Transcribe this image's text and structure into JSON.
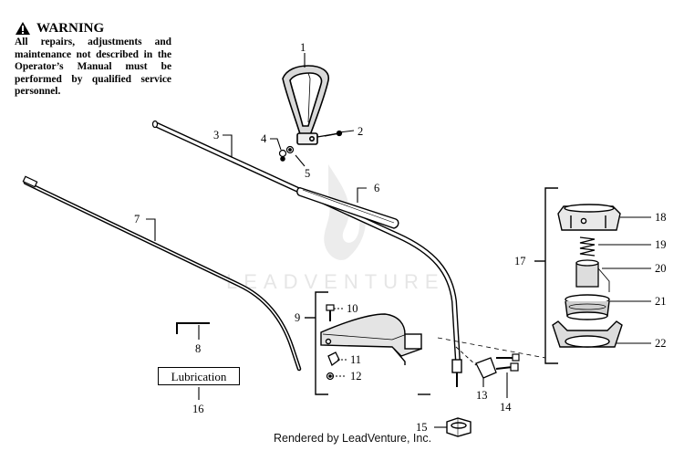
{
  "warning": {
    "title": "WARNING",
    "body": "All repairs, adjustments and maintenance not described in the Operator’s Manual must be performed by qualified service personnel."
  },
  "watermark": "LEADVENTURE",
  "footer": "Rendered by LeadVenture, Inc.",
  "lubrication_label": "Lubrication",
  "parts": [
    {
      "num": "1"
    },
    {
      "num": "2"
    },
    {
      "num": "3"
    },
    {
      "num": "4"
    },
    {
      "num": "5"
    },
    {
      "num": "6"
    },
    {
      "num": "7"
    },
    {
      "num": "8"
    },
    {
      "num": "9"
    },
    {
      "num": "10"
    },
    {
      "num": "11"
    },
    {
      "num": "12"
    },
    {
      "num": "13"
    },
    {
      "num": "14"
    },
    {
      "num": "15"
    },
    {
      "num": "16"
    },
    {
      "num": "17"
    },
    {
      "num": "18"
    },
    {
      "num": "19"
    },
    {
      "num": "20"
    },
    {
      "num": "21"
    },
    {
      "num": "22"
    }
  ]
}
